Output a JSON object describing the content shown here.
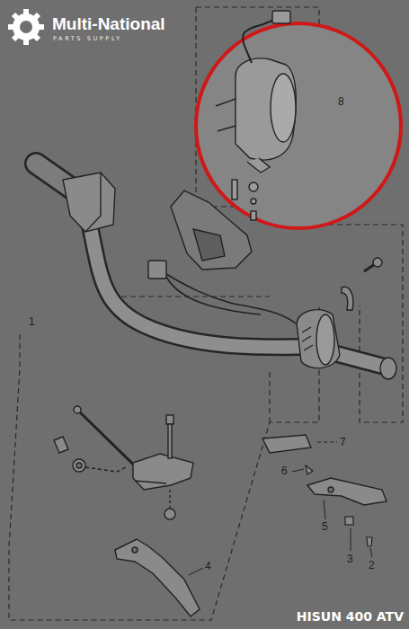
{
  "diagram": {
    "caption": "HISUN 400 ATV",
    "labels": [
      "Multi-National",
      "PARTS SUPPLY",
      "8",
      "1",
      "7",
      "6",
      "5",
      "4",
      "3",
      "2"
    ]
  }
}
